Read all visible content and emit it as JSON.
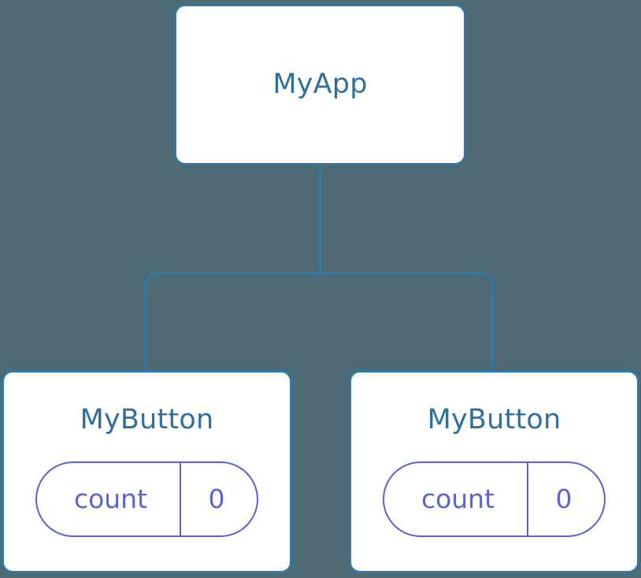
{
  "diagram": {
    "type": "component-tree",
    "background_color": "#4d6a74",
    "node_fill_color": "#ffffff",
    "node_border_color": "#2e79a8",
    "node_title_color": "#2e6f9e",
    "connector_color": "#2e79a8",
    "pill_color": "#5c63d0",
    "root": {
      "title": "MyApp"
    },
    "children": [
      {
        "title": "MyButton",
        "state": {
          "key": "count",
          "value": "0"
        }
      },
      {
        "title": "MyButton",
        "state": {
          "key": "count",
          "value": "0"
        }
      }
    ]
  }
}
